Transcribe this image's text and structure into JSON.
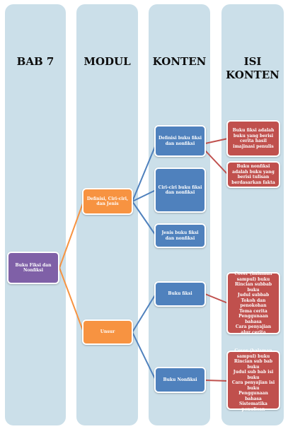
{
  "columns": {
    "bab": "BAB 7",
    "modul": "MODUL",
    "konten": "KONTEN",
    "isi_line1": "ISI",
    "isi_line2": "KONTEN"
  },
  "nodes": {
    "root": "Buku Fiksi dan Nonfiksi",
    "modul_definisi": "Definisi, Ciri-ciri, dan Jenis",
    "modul_unsur": "Unsur",
    "konten_definisi": "Definisi buku fiksi dan nonfiksi",
    "konten_ciri": "Ciri-ciri buku fiksi dan nonfiksi",
    "konten_jenis": "Jenis buku fiksi dan nonfiksi",
    "konten_fiksi": "Buku fiksi",
    "konten_nonfiksi": "Buku Nonfiksi",
    "isi_fiksi_def": "Buku fiksi adalah buku yang berisi cerita hasil imajinasi penulis",
    "isi_nonfiksi_def": "Buku nonfiksi adalah buku yang berisi tulisan berdasarkan fakta",
    "isi_fiksi_unsur": "Cover (halaman sampul) buku\nRincian subbab buku\nJudul subbab\nTokoh dan penokohan\nTema cerita\nPenggunaan bahasa\nCara penyajian alur cerita",
    "isi_nonfiksi_unsur": "Cover (halaman sampul) buku\nRincian sub bab buku\nJudul sub bab isi buku\nCara penyajian isi buku\nPenggunaan bahasa\nSistematika penulisan"
  },
  "colors": {
    "column_bg": "#cbdfe9",
    "purple": "#7f60a7",
    "orange": "#f79341",
    "blue": "#4f81bd",
    "red": "#c0504d"
  }
}
